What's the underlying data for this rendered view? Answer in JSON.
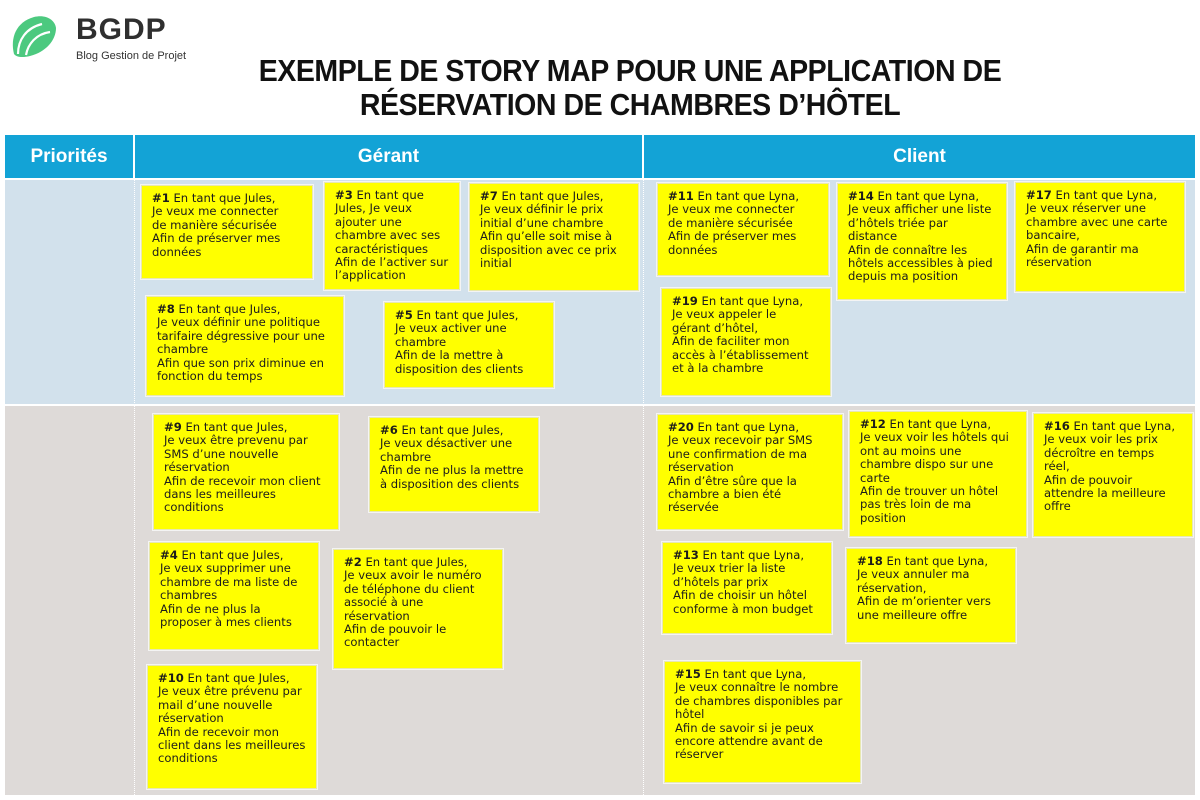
{
  "logo": {
    "name": "BGDP",
    "subtitle": "Blog Gestion de Projet",
    "color": "#4cc97f"
  },
  "title": {
    "line1": "EXEMPLE DE STORY MAP POUR UNE APPLICATION DE",
    "line2": "RÉSERVATION DE CHAMBRES D’HÔTEL"
  },
  "headers": {
    "priorities": "Priorités",
    "manager": "Gérant",
    "client": "Client",
    "color": "#13a3d6"
  },
  "bands": {
    "top_color": "#d2e1ec",
    "bottom_color": "#dedad8"
  },
  "cards": [
    {
      "id": "1",
      "num": "#1",
      "lines": [
        "En tant que Jules,",
        "Je veux me connecter",
        "de manière sécurisée",
        "Afin de préserver mes",
        "données"
      ]
    },
    {
      "id": "3",
      "num": "#3",
      "lines": [
        "En tant que",
        "Jules, Je veux",
        "ajouter une",
        "chambre avec ses",
        "caractéristiques",
        "Afin de l’activer sur",
        "l’application"
      ]
    },
    {
      "id": "7",
      "num": "#7",
      "lines": [
        "En tant que Jules,",
        "Je veux définir le prix",
        "initial d’une chambre",
        "Afin qu’elle soit mise à",
        "disposition avec ce prix",
        "initial"
      ]
    },
    {
      "id": "8",
      "num": "#8",
      "lines": [
        "En tant que Jules,",
        "Je veux définir une politique",
        "tarifaire dégressive pour une",
        "chambre",
        "Afin que son prix diminue en",
        "fonction du temps"
      ]
    },
    {
      "id": "5",
      "num": "#5",
      "lines": [
        "En tant que Jules,",
        "Je veux activer une",
        "chambre",
        "Afin de la mettre à",
        "disposition des clients"
      ]
    },
    {
      "id": "11",
      "num": "#11",
      "lines": [
        "En tant que Lyna,",
        "Je veux me connecter",
        "de manière sécurisée",
        "Afin de préserver mes",
        "données"
      ]
    },
    {
      "id": "14",
      "num": "#14",
      "lines": [
        "En tant que Lyna,",
        "Je veux afficher une liste",
        "d’hôtels triée par",
        "distance",
        "Afin de connaître les",
        "hôtels accessibles à pied",
        "depuis ma position"
      ]
    },
    {
      "id": "17",
      "num": "#17",
      "lines": [
        "En tant que Lyna,",
        "Je veux réserver une",
        "chambre avec une carte",
        "bancaire,",
        "Afin de garantir ma",
        "réservation"
      ]
    },
    {
      "id": "19",
      "num": "#19",
      "lines": [
        "En tant que Lyna,",
        "Je veux appeler le",
        "gérant d’hôtel,",
        "Afin de faciliter mon",
        "accès à l’établissement",
        "et à la chambre"
      ]
    },
    {
      "id": "9",
      "num": "#9",
      "lines": [
        "En tant que Jules,",
        "Je veux être prevenu par",
        "SMS d’une nouvelle",
        "réservation",
        "Afin de recevoir mon client",
        "dans les meilleures",
        "conditions"
      ]
    },
    {
      "id": "6",
      "num": "#6",
      "lines": [
        "En tant que Jules,",
        "Je veux désactiver une",
        "chambre",
        "Afin de ne plus la mettre",
        "à disposition des clients"
      ]
    },
    {
      "id": "4",
      "num": "#4",
      "lines": [
        "En tant que Jules,",
        "Je veux supprimer une",
        "chambre de ma liste de",
        "chambres",
        "Afin de ne plus la",
        "proposer à mes clients"
      ]
    },
    {
      "id": "2",
      "num": "#2",
      "lines": [
        "En tant que Jules,",
        "Je veux avoir le numéro",
        "de téléphone du client",
        "associé à une",
        "réservation",
        "Afin de pouvoir le",
        "contacter"
      ]
    },
    {
      "id": "10",
      "num": "#10",
      "lines": [
        "En tant que Jules,",
        "Je veux être prévenu par",
        "mail d’une nouvelle",
        "réservation",
        "Afin de recevoir mon",
        "client dans les meilleures",
        "conditions"
      ]
    },
    {
      "id": "20",
      "num": "#20",
      "lines": [
        "En tant que Lyna,",
        "Je veux recevoir par SMS",
        "une confirmation de ma",
        "réservation",
        "Afin d’être sûre que la",
        "chambre a bien été",
        "réservée"
      ]
    },
    {
      "id": "12",
      "num": "#12",
      "lines": [
        "En tant que Lyna,",
        "Je veux voir les hôtels qui",
        "ont au moins une",
        "chambre dispo sur une",
        "carte",
        "Afin de trouver un hôtel",
        "pas très loin de ma",
        "position"
      ]
    },
    {
      "id": "16",
      "num": "#16",
      "lines": [
        "En tant que Lyna,",
        "Je veux voir les prix",
        "décroître en temps",
        "réel,",
        "Afin de pouvoir",
        "attendre la meilleure",
        "offre"
      ]
    },
    {
      "id": "13",
      "num": "#13",
      "lines": [
        "En tant que Lyna,",
        "Je veux trier la liste",
        "d’hôtels par prix",
        "Afin de choisir un hôtel",
        "conforme à mon budget"
      ]
    },
    {
      "id": "18",
      "num": "#18",
      "lines": [
        "En tant que Lyna,",
        "Je veux annuler ma",
        "réservation,",
        "Afin de m’orienter vers",
        "une meilleure offre"
      ]
    },
    {
      "id": "15",
      "num": "#15",
      "lines": [
        "En tant que Lyna,",
        "Je veux connaître le nombre",
        "de chambres disponibles par",
        "hôtel",
        "Afin de savoir si je peux",
        "encore attendre avant de",
        "réserver"
      ]
    }
  ]
}
